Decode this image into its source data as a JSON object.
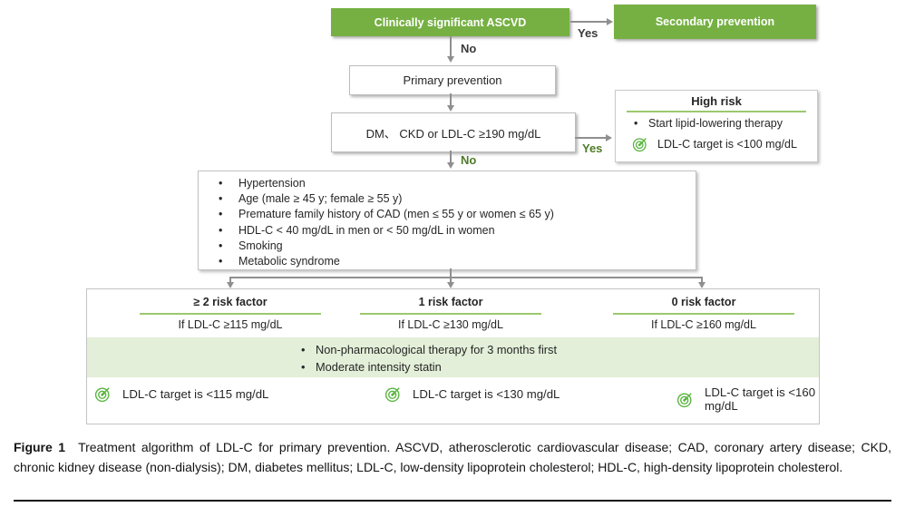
{
  "colors": {
    "green_box": "#76b043",
    "band_green": "#e3efd8",
    "underline_green": "#9cc86e",
    "icon_green": "#56b43c",
    "line_gray": "#8f8f8f"
  },
  "flowchart": {
    "nodes": {
      "ascvd": "Clinically significant ASCVD",
      "secondary": "Secondary prevention",
      "primary": "Primary prevention",
      "screen": "DM、 CKD or LDL-C ≥190 mg/dL"
    },
    "edge_labels": {
      "yes_top": "Yes",
      "no_top": "No",
      "yes_screen": "Yes",
      "no_screen": "No"
    },
    "high_risk": {
      "title": "High risk",
      "bullet": "Start lipid-lowering therapy",
      "target": "LDL-C target is <100 mg/dL"
    },
    "risk_factors": [
      "Hypertension",
      "Age (male ≥ 45 y; female ≥ 55 y)",
      "Premature family history of CAD (men ≤ 55 y or women ≤ 65 y)",
      "HDL-C < 40 mg/dL in men or < 50 mg/dL in women",
      "Smoking",
      "Metabolic syndrome"
    ],
    "columns": [
      {
        "header": "≥ 2 risk factor",
        "condition": "If LDL-C ≥115 mg/dL",
        "target": "LDL-C target is <115 mg/dL"
      },
      {
        "header": "1 risk factor",
        "condition": "If LDL-C ≥130 mg/dL",
        "target": "LDL-C target is <130 mg/dL"
      },
      {
        "header": "0 risk factor",
        "condition": "If LDL-C ≥160 mg/dL",
        "target": "LDL-C target is <160 mg/dL"
      }
    ],
    "therapy_bullets": [
      "Non-pharmacological therapy for 3 months first",
      "Moderate intensity statin"
    ]
  },
  "caption": {
    "label": "Figure 1",
    "text": "Treatment algorithm of LDL-C for primary prevention. ASCVD, atherosclerotic cardiovascular disease; CAD, coronary artery disease; CKD, chronic kidney disease (non-dialysis); DM, diabetes mellitus; LDL-C, low-density lipoprotein cholesterol; HDL-C, high-density lipoprotein cholesterol."
  }
}
